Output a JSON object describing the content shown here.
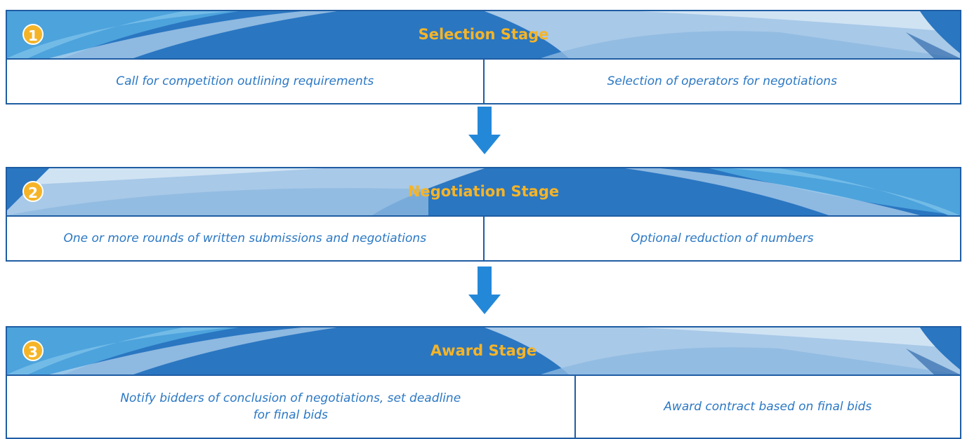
{
  "colors": {
    "border": "#1f5da3",
    "arrow": "#2488d8",
    "title": "#f5b428",
    "text": "#2b78c4"
  },
  "stages": [
    {
      "number": "1",
      "title": "Selection Stage",
      "left_text": "Call for competition outlining requirements",
      "right_text": "Selection of operators for negotiations"
    },
    {
      "number": "2",
      "title": "Negotiation Stage",
      "left_text": "One or more rounds of written submissions and negotiations",
      "right_text": "Optional reduction of numbers"
    },
    {
      "number": "3",
      "title": "Award Stage",
      "left_text": "Notify bidders of conclusion of negotiations, set deadline for final bids",
      "right_text": "Award contract based on final bids"
    }
  ],
  "arrows": [
    {
      "icon": "down-arrow-icon"
    },
    {
      "icon": "down-arrow-icon"
    }
  ]
}
